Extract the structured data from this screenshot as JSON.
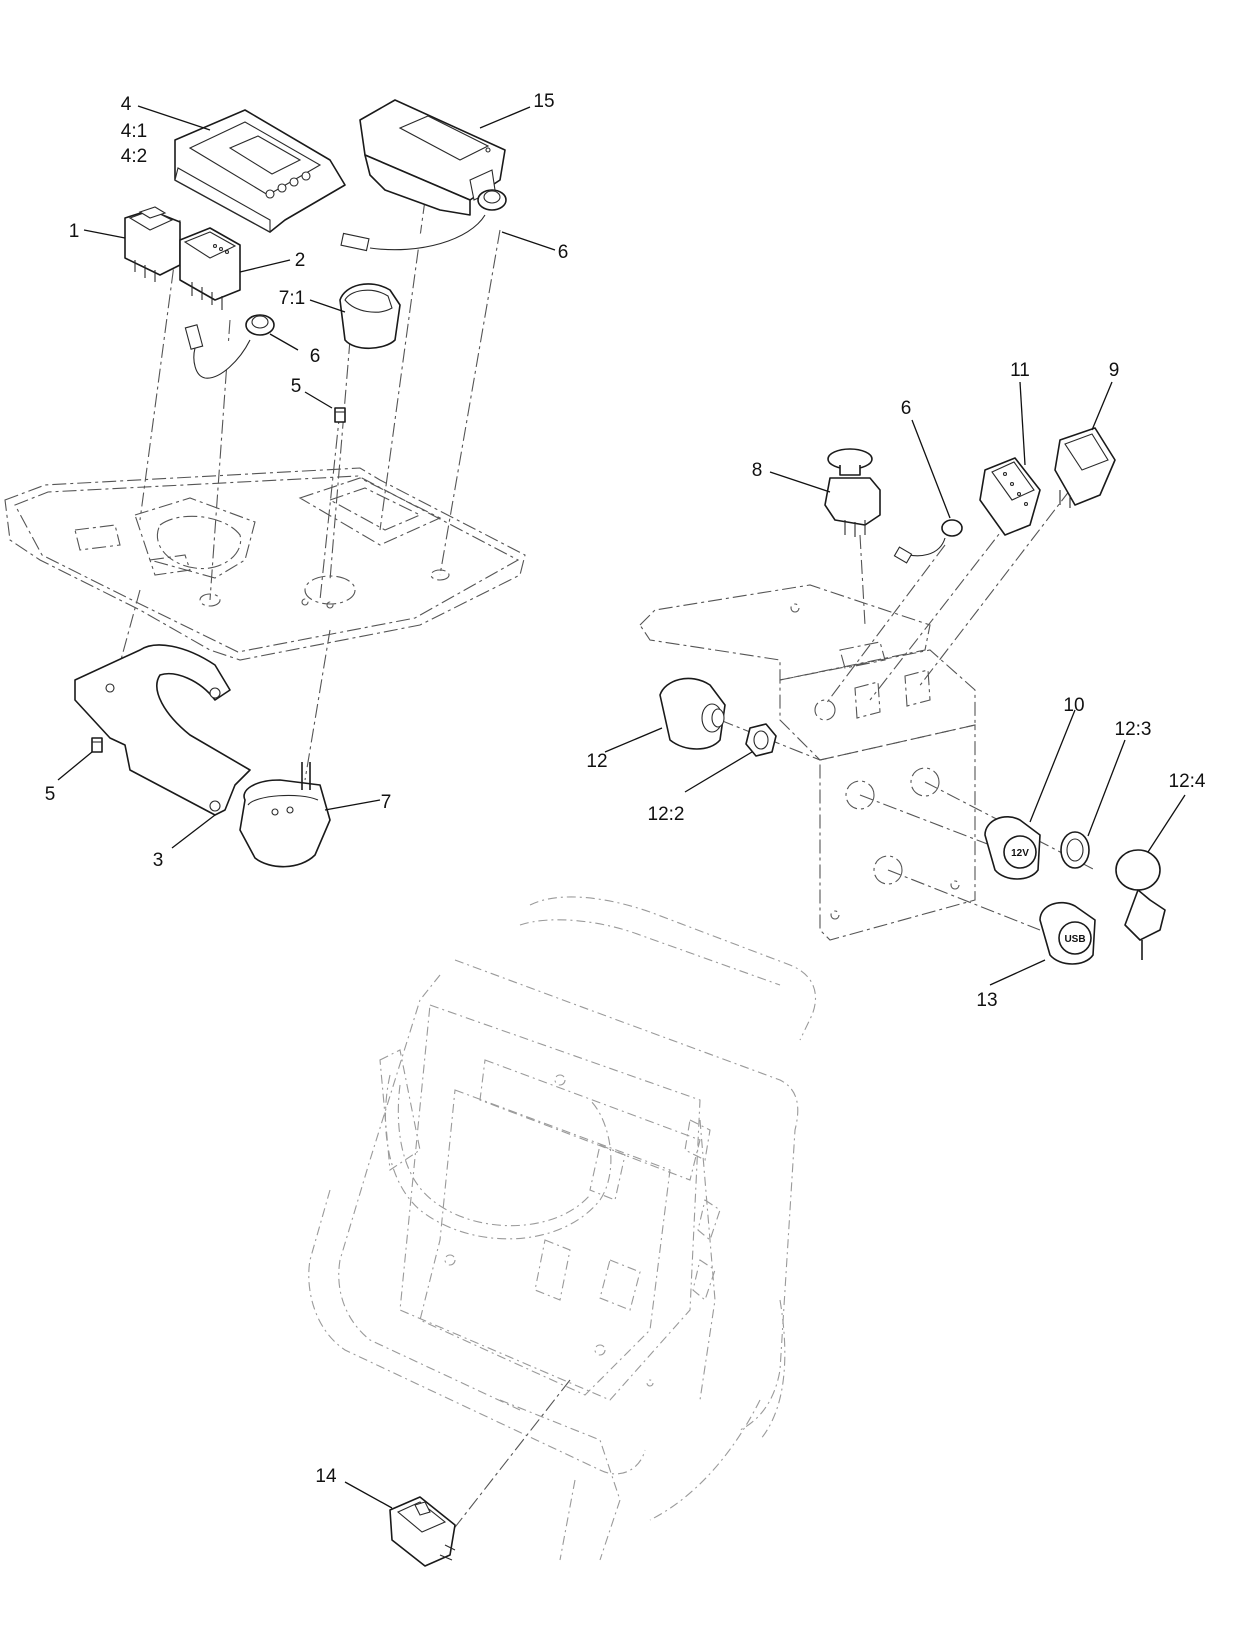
{
  "callouts": {
    "c4": "4",
    "c4_1": "4:1",
    "c4_2": "4:2",
    "c15": "15",
    "c1": "1",
    "c2": "2",
    "c6a": "6",
    "c7_1": "7:1",
    "c6b": "6",
    "c5a": "5",
    "c5b": "5",
    "c3": "3",
    "c7": "7",
    "c11": "11",
    "c9": "9",
    "c6c": "6",
    "c8": "8",
    "c10": "10",
    "c12_3": "12:3",
    "c12_4": "12:4",
    "c12": "12",
    "c12_2": "12:2",
    "c13": "13",
    "c14": "14"
  },
  "socket_labels": {
    "power": "12V",
    "usb": "USB"
  }
}
